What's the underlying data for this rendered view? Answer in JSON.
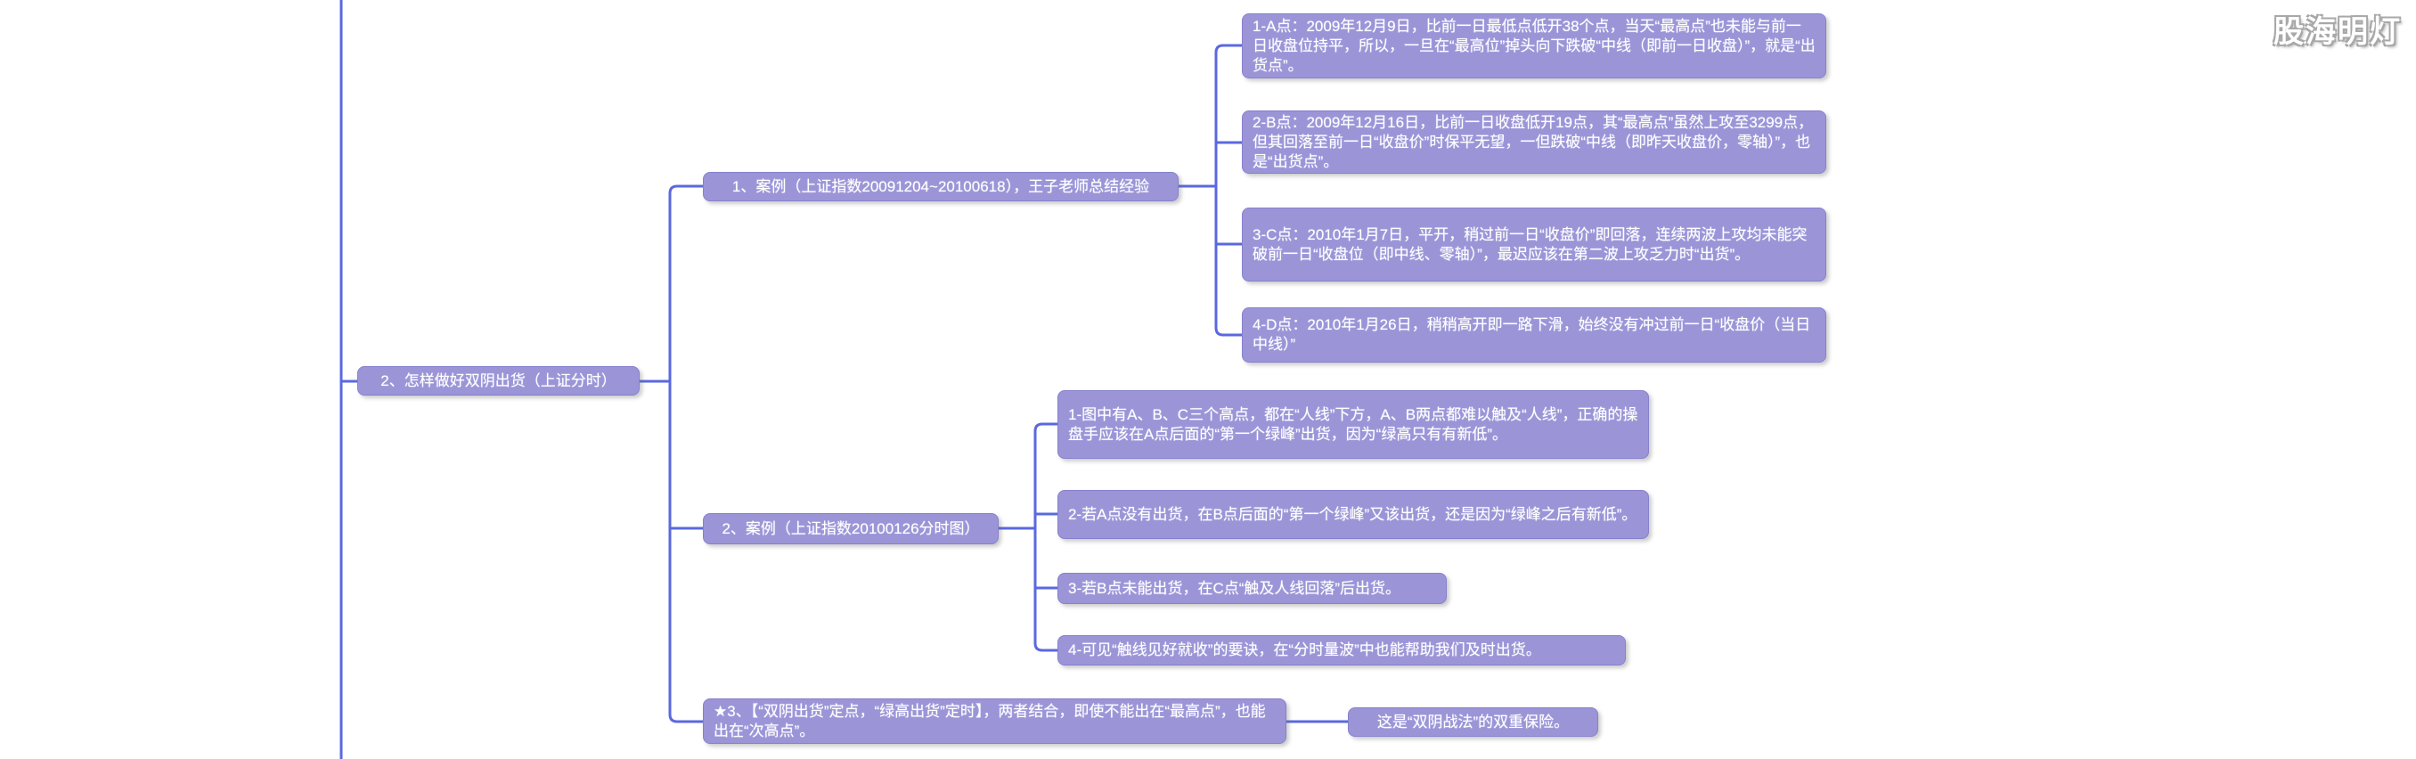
{
  "watermark": {
    "text": "股海明灯"
  },
  "colors": {
    "background": "#ffffff",
    "node_fill": "#9b95d8",
    "node_border": "#8680ce",
    "node_text": "#ffffff",
    "connector": "#5a68e0",
    "watermark_outline": "#a8a8a8"
  },
  "mindmap": {
    "root": {
      "label": "2、怎样做好双阴出货（上证分时）"
    },
    "branches": [
      {
        "label": "1、案例（上证指数20091204~20100618），王子老师总结经验",
        "children": [
          {
            "text": "1-A点：2009年12月9日，比前一日最低点低开38个点，当天“最高点”也未能与前一日收盘位持平，所以，一旦在“最高位”掉头向下跌破“中线（即前一日收盘）”，就是“出货点”。"
          },
          {
            "text": "2-B点：2009年12月16日，比前一日收盘低开19点，其“最高点”虽然上攻至3299点，但其回落至前一日“收盘价”时保平无望，一但跌破“中线（即昨天收盘价，零轴）”，也是“出货点”。"
          },
          {
            "text": "3-C点：2010年1月7日，平开，稍过前一日“收盘价”即回落，连续两波上攻均未能突破前一日“收盘位（即中线、零轴）”，最迟应该在第二波上攻乏力时“出货”。"
          },
          {
            "text": "4-D点：2010年1月26日，稍稍高开即一路下滑，始终没有冲过前一日“收盘价（当日中线）”"
          }
        ]
      },
      {
        "label": "2、案例（上证指数20100126分时图）",
        "children": [
          {
            "text": "1-图中有A、B、C三个高点，都在“人线”下方，A、B两点都难以触及“人线”，正确的操盘手应该在A点后面的“第一个绿峰”出货，因为“绿高只有有新低”。"
          },
          {
            "text": "2-若A点没有出货，在B点后面的“第一个绿峰”又该出货，还是因为“绿峰之后有新低”。"
          },
          {
            "text": "3-若B点未能出货，在C点“触及人线回落”后出货。"
          },
          {
            "text": "4-可见“触线见好就收”的要诀，在“分时量波”中也能帮助我们及时出货。"
          }
        ]
      },
      {
        "label": "★3、【“双阴出货”定点，“绿高出货”定时】，两者结合，即使不能出在“最高点”，也能出在“次高点”。",
        "children": [
          {
            "text": "这是“双阴战法”的双重保险。"
          }
        ]
      }
    ]
  }
}
